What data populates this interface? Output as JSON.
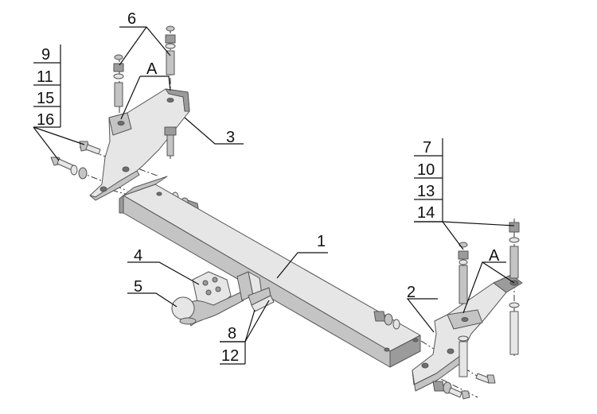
{
  "callouts": {
    "c1": "1",
    "c2": "2",
    "c3": "3",
    "c4": "4",
    "c5": "5",
    "c6": "6",
    "c_a_left": "A",
    "c_a_right": "A",
    "left_stack": [
      "9",
      "11",
      "15",
      "16"
    ],
    "right_stack": [
      "7",
      "10",
      "13",
      "14"
    ],
    "bottom_stack": [
      "8",
      "12"
    ]
  }
}
